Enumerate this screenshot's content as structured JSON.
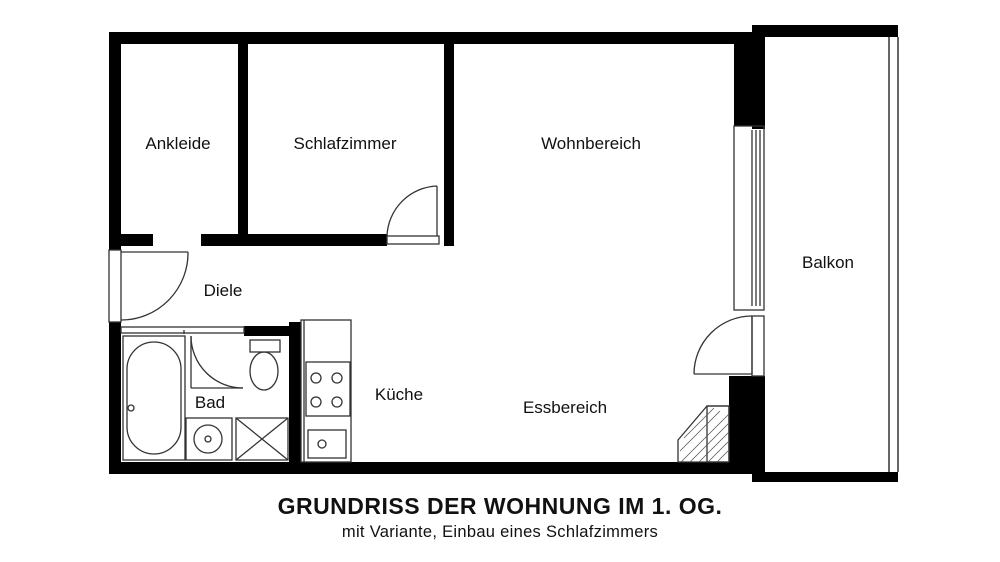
{
  "rooms": {
    "ankleide": "Ankleide",
    "schlafzimmer": "Schlafzimmer",
    "wohnbereich": "Wohnbereich",
    "balkon": "Balkon",
    "diele": "Diele",
    "bad": "Bad",
    "kueche": "Küche",
    "essbereich": "Essbereich"
  },
  "caption": {
    "title": "GRUNDRISS DER WOHNUNG IM 1. OG.",
    "subtitle": "mit Variante, Einbau eines Schlafzimmers"
  },
  "colors": {
    "wall": "#000000",
    "background": "#ffffff",
    "fixture_stroke": "#333333"
  }
}
